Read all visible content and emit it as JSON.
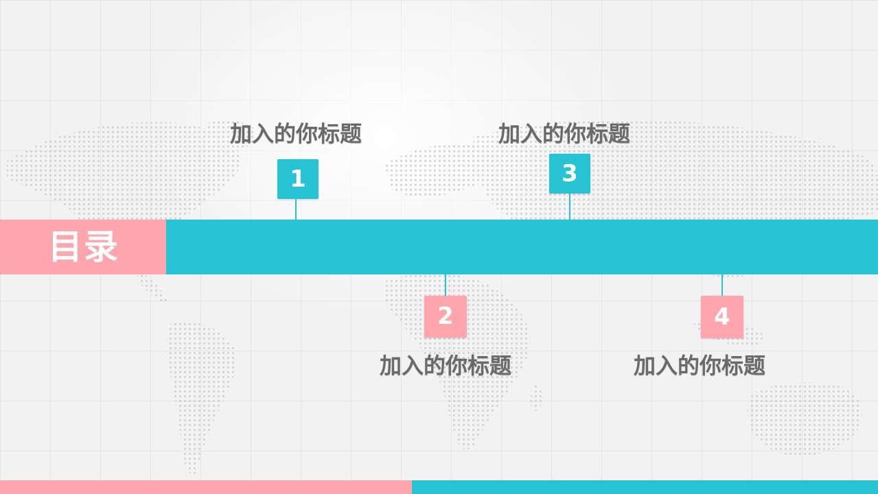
{
  "toc": {
    "title": "目录"
  },
  "items": [
    {
      "number": "1",
      "label": "加入的你标题",
      "color": "#27c3d4"
    },
    {
      "number": "2",
      "label": "加入的你标题",
      "color": "#fda6ad"
    },
    {
      "number": "3",
      "label": "加入的你标题",
      "color": "#27c3d4"
    },
    {
      "number": "4",
      "label": "加入的你标题",
      "color": "#fda6ad"
    }
  ],
  "theme": {
    "accent_teal": "#27c3d4",
    "accent_pink": "#fda6ad",
    "text_gray": "#6a6a6a"
  }
}
